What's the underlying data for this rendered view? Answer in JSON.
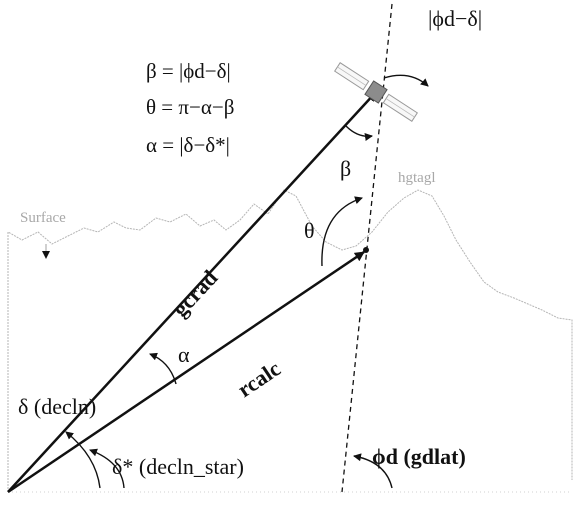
{
  "labels": {
    "top_right": "|ϕd−δ|",
    "eq_beta": "β = |ϕd−δ|",
    "eq_theta": "θ = π−α−β",
    "eq_alpha": "α = |δ−δ*|",
    "beta": "β",
    "theta": "θ",
    "alpha": "α",
    "hgtagl": "hgtagl",
    "surface": "Surface",
    "gcrad": "gcrad",
    "rcalc": "rcalc",
    "decln": "δ (decln)",
    "decln_star": "δ* (decln_star)",
    "gdlat": "ϕd (gdlat)"
  },
  "colors": {
    "line": "#111111",
    "faint": "#b5b5b5"
  }
}
